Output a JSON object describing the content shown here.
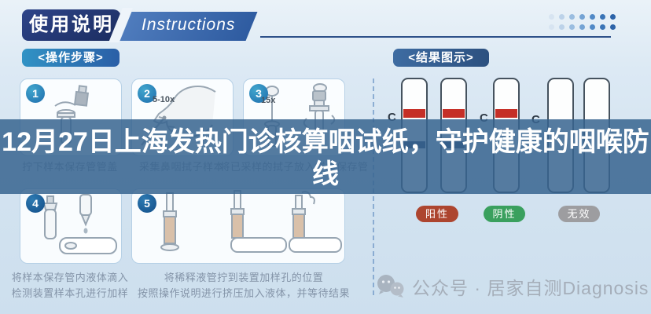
{
  "header": {
    "title_cn": "使用说明",
    "title_en": "Instructions"
  },
  "decor": {
    "dot_colors": [
      "#d7e4f1",
      "#bcd2e9",
      "#9abde0",
      "#74a3d4",
      "#5189c6",
      "#3a74b6",
      "#2c63a8"
    ]
  },
  "overlay": {
    "headline": "12月27日上海发热门诊核算咽试纸，守护健康的咽喉防线",
    "line1": "12月27日上海发热门诊核算咽试纸，守护健康的咽喉防",
    "line2": "线"
  },
  "steps_section": {
    "badge": "<操作步骤>",
    "steps": [
      {
        "num": "1",
        "caption": "拧下样本保存管管盖"
      },
      {
        "num": "2",
        "repeat_label": "5-10x",
        "caption": "采集鼻咽拭子样本"
      },
      {
        "num": "3",
        "repeat_label": "15x",
        "caption": "将已采样的拭子放入样本保存管"
      },
      {
        "num": "4",
        "caption_line1": "将样本保存管内液体滴入",
        "caption_line2": "检测装置样本孔进行加样"
      },
      {
        "num": "5",
        "caption_line1": "将稀释液管拧到装置加样孔的位置",
        "caption_line2": "按照操作说明进行挤压加入液体，并等待结果"
      }
    ]
  },
  "results_section": {
    "badge": "<结果图示>",
    "c_label": "C",
    "strips": [
      {
        "c_line": true,
        "t_line": true
      },
      {
        "c_line": true,
        "t_line": true
      },
      {
        "c_line": true,
        "t_line": false
      },
      {
        "c_line": false,
        "t_line": false
      },
      {
        "c_line": false,
        "t_line": false
      }
    ],
    "line_colors": {
      "c_line": "#c52f27",
      "t_line": "#2c4166"
    },
    "legend": [
      {
        "label": "阳性",
        "color": "#ad452f"
      },
      {
        "label": "阴性",
        "color": "#3aa05e"
      },
      {
        "label": "无效",
        "color": "#9d9da0"
      }
    ]
  },
  "footer": {
    "wechat_text": "公众号 · 居家自测Diagnosis"
  }
}
